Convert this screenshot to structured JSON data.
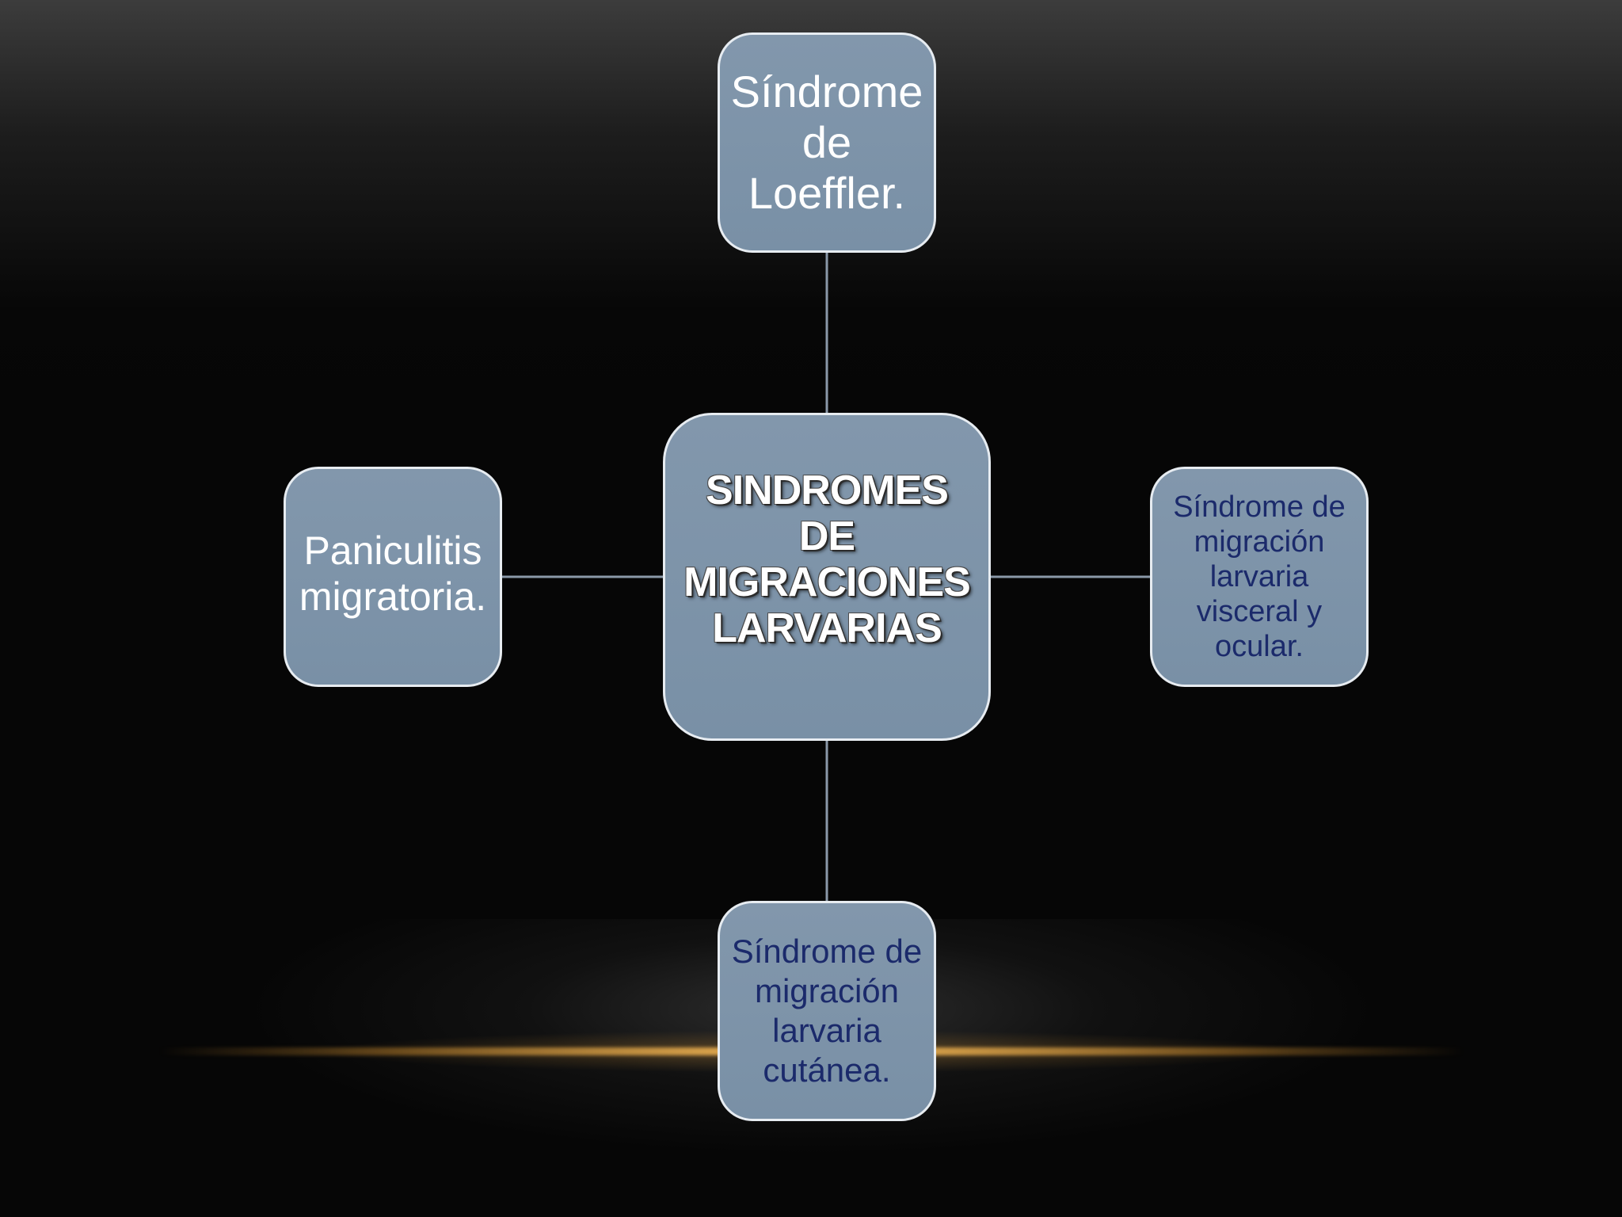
{
  "diagram": {
    "center": {
      "label": "SINDROMES\nDE\nMIGRACIONES\nLARVARIAS"
    },
    "branches": [
      {
        "id": "top",
        "label": "Síndrome\nde\nLoeffler."
      },
      {
        "id": "left",
        "label": "Paniculitis\nmigratoria."
      },
      {
        "id": "right",
        "label": "Síndrome de\nmigración\nlarvaria\nvisceral y\nocular."
      },
      {
        "id": "bottom",
        "label": "Síndrome de\nmigración\nlarvaria\ncutánea."
      }
    ]
  },
  "colors": {
    "node_fill": "#7f95ab",
    "node_border": "#e7ecf1",
    "light_text": "#ffffff",
    "dark_text": "#1b2a6b",
    "connector": "#8a98a8",
    "accent_glow": "#e0a84e"
  }
}
